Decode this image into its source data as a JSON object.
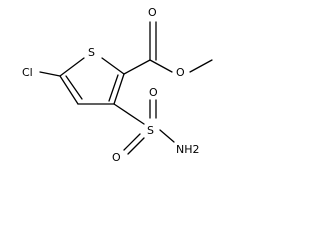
{
  "molecule": {
    "atoms": {
      "sulfur_ring": "S",
      "chlorine": "Cl",
      "carbonyl_oxygen": "O",
      "ester_oxygen": "O",
      "sulfonyl_oxygen_left": "O",
      "sulfonyl_oxygen_top": "O",
      "sulfonyl_sulfur": "S",
      "amine": "NH2"
    }
  }
}
